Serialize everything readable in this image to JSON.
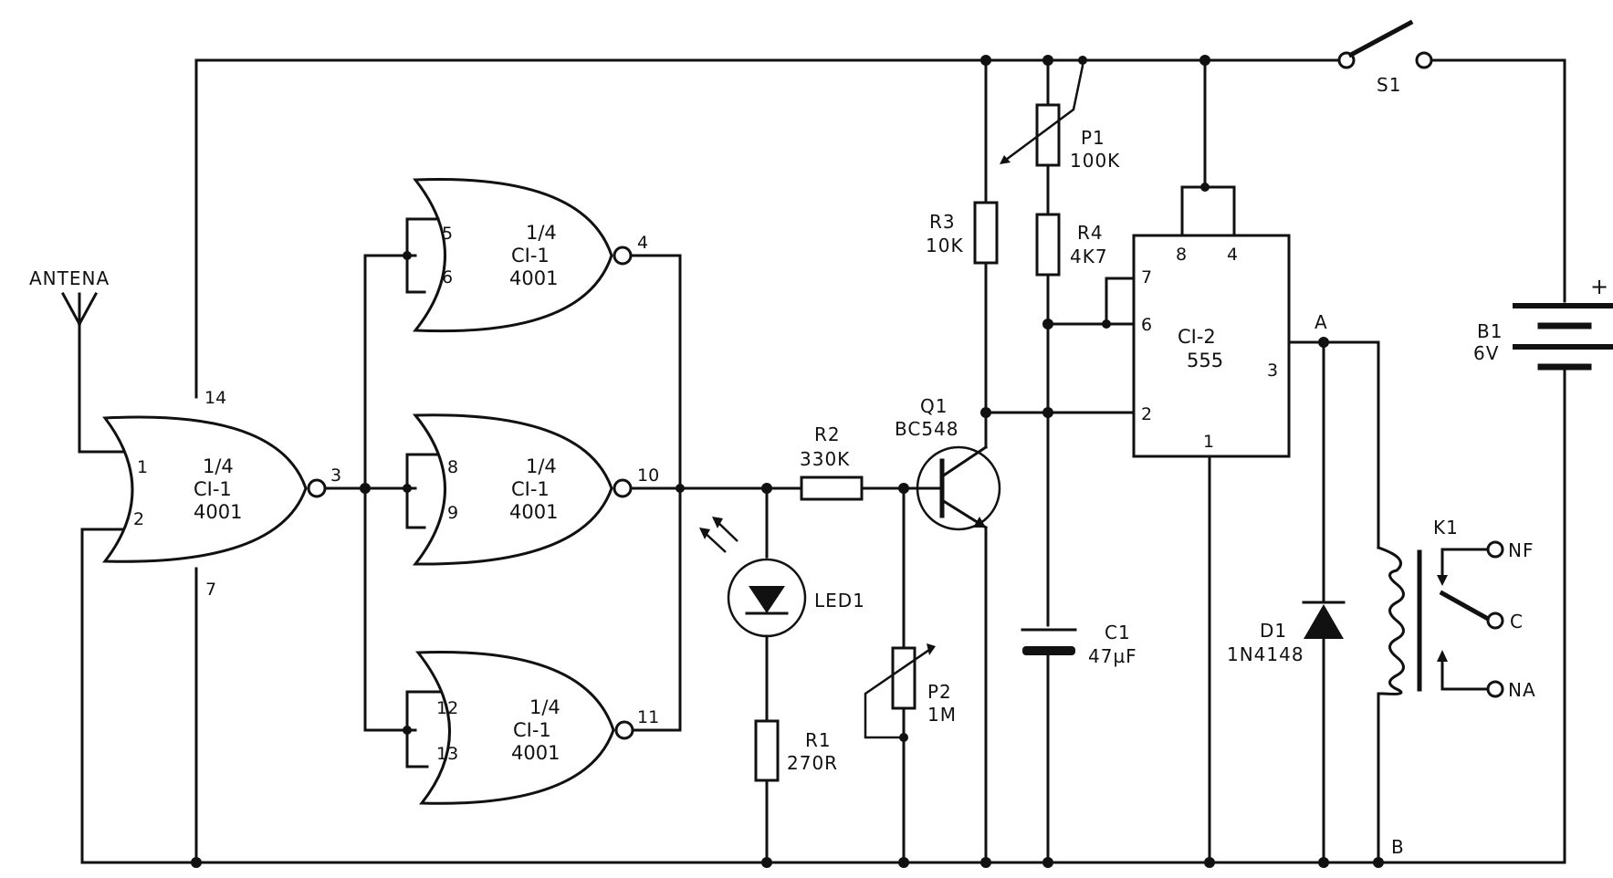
{
  "colors": {
    "ink": "#111111",
    "paper": "#ffffff"
  },
  "labels": {
    "antenna": "ANTENA",
    "s1": "S1",
    "b1": "B1",
    "b1_val": "6V",
    "b1_plus": "+",
    "p1": "P1",
    "p1_val": "100K",
    "r3": "R3",
    "r3_val": "10K",
    "r4": "R4",
    "r4_val": "4K7",
    "r2": "R2",
    "r2_val": "330K",
    "q1": "Q1",
    "q1_val": "BC548",
    "led1": "LED1",
    "r1": "R1",
    "r1_val": "270R",
    "p2": "P2",
    "p2_val": "1M",
    "c1": "C1",
    "c1_val": "47µF",
    "d1": "D1",
    "d1_val": "1N4148",
    "k1": "K1",
    "nf": "NF",
    "c": "C",
    "na": "NA",
    "node_a": "A",
    "node_b": "B",
    "ci2": "CI-2",
    "ci2_val": "555"
  },
  "gates": [
    {
      "frac": "1/4",
      "name": "CI-1",
      "part": "4001",
      "in1": "1",
      "in2": "2",
      "out": "3",
      "vdd": "14",
      "vss": "7"
    },
    {
      "frac": "1/4",
      "name": "CI-1",
      "part": "4001",
      "in1": "5",
      "in2": "6",
      "out": "4"
    },
    {
      "frac": "1/4",
      "name": "CI-1",
      "part": "4001",
      "in1": "8",
      "in2": "9",
      "out": "10"
    },
    {
      "frac": "1/4",
      "name": "CI-1",
      "part": "4001",
      "in1": "12",
      "in2": "13",
      "out": "11"
    }
  ],
  "ic555_pins": {
    "p8": "8",
    "p4": "4",
    "p7": "7",
    "p6": "6",
    "p2": "2",
    "p3": "3",
    "p1": "1"
  }
}
